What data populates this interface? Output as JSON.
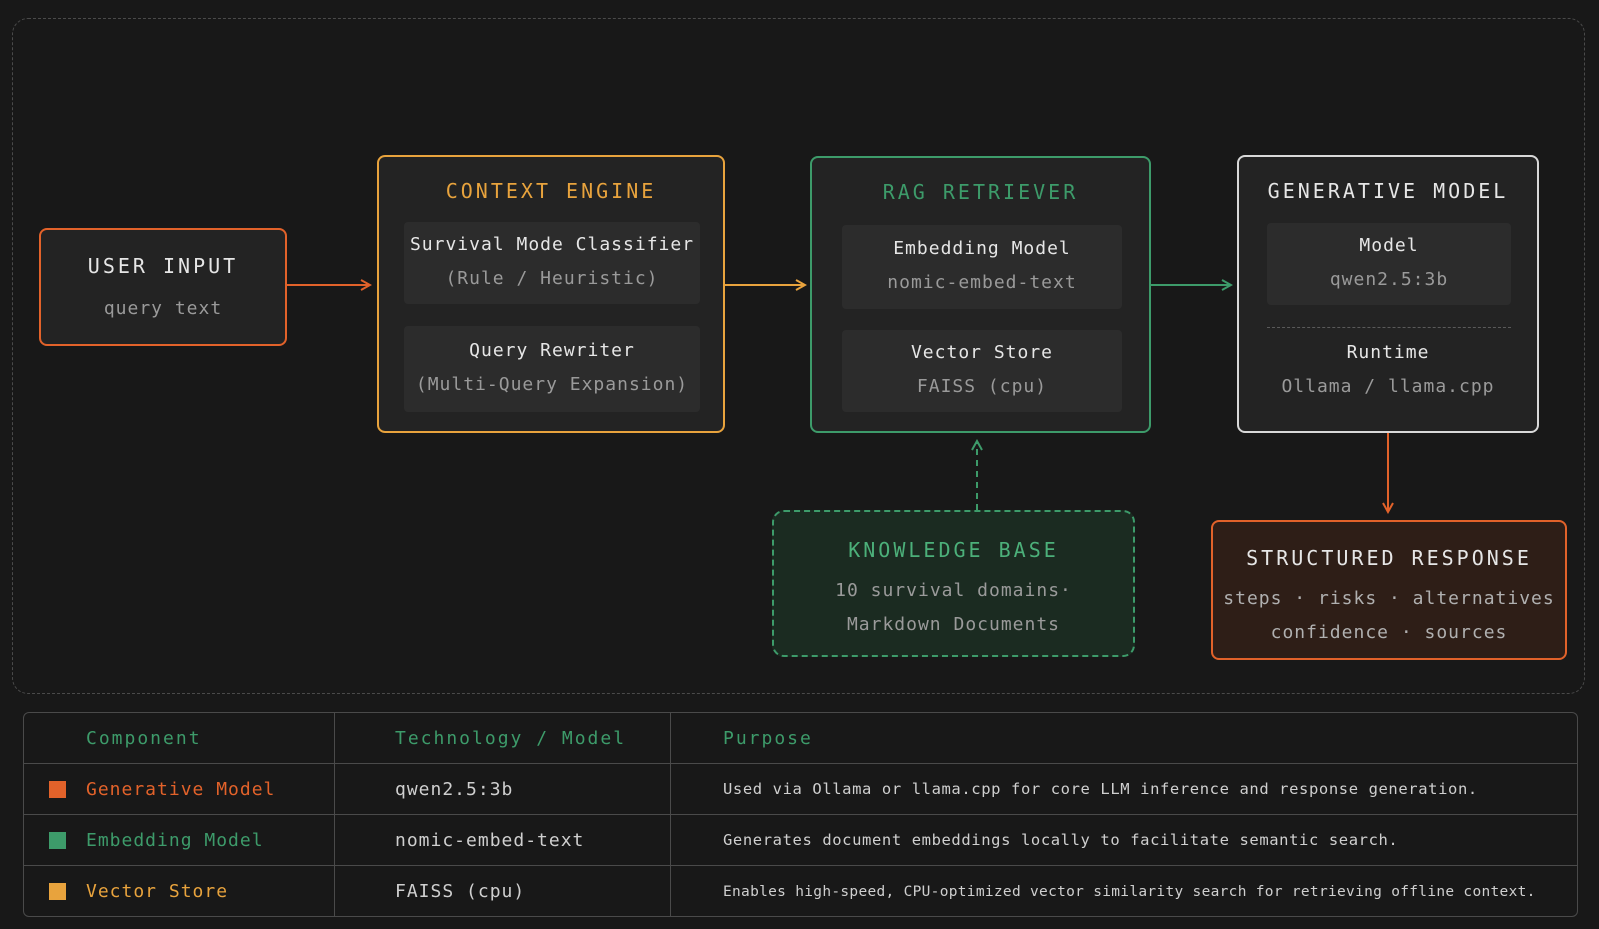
{
  "colors": {
    "orange": "#e2622a",
    "amber": "#e8a33d",
    "green": "#3d9b6a",
    "white": "#d8d8d8"
  },
  "nodes": {
    "user_input": {
      "title": "USER INPUT",
      "subtitle": "query text"
    },
    "context_engine": {
      "title": "CONTEXT ENGINE",
      "items": [
        {
          "name": "Survival Mode Classifier",
          "detail": "(Rule / Heuristic)"
        },
        {
          "name": "Query Rewriter",
          "detail": "(Multi-Query Expansion)"
        }
      ]
    },
    "rag_retriever": {
      "title": "RAG RETRIEVER",
      "items": [
        {
          "name": "Embedding Model",
          "detail": "nomic-embed-text"
        },
        {
          "name": "Vector Store",
          "detail": "FAISS (cpu)"
        }
      ]
    },
    "generative_model": {
      "title": "GENERATIVE MODEL",
      "items": [
        {
          "name": "Model",
          "detail": "qwen2.5:3b"
        },
        {
          "name": "Runtime",
          "detail": "Ollama / llama.cpp"
        }
      ]
    },
    "knowledge_base": {
      "title": "KNOWLEDGE BASE",
      "line1": "10 survival domains·",
      "line2": "Markdown Documents"
    },
    "structured_response": {
      "title": "STRUCTURED RESPONSE",
      "line1": "steps · risks · alternatives",
      "line2": "confidence · sources"
    }
  },
  "table": {
    "headers": [
      "Component",
      "Technology / Model",
      "Purpose"
    ],
    "rows": [
      {
        "component": "Generative Model",
        "color": "#e2622a",
        "technology": "qwen2.5:3b",
        "purpose": "Used via Ollama or llama.cpp for core LLM inference and response generation."
      },
      {
        "component": "Embedding Model",
        "color": "#3d9b6a",
        "technology": "nomic-embed-text",
        "purpose": "Generates document embeddings locally to facilitate semantic search."
      },
      {
        "component": "Vector Store",
        "color": "#e8a33d",
        "technology": "FAISS (cpu)",
        "purpose": "Enables high-speed, CPU-optimized vector similarity search for retrieving offline context."
      }
    ]
  }
}
